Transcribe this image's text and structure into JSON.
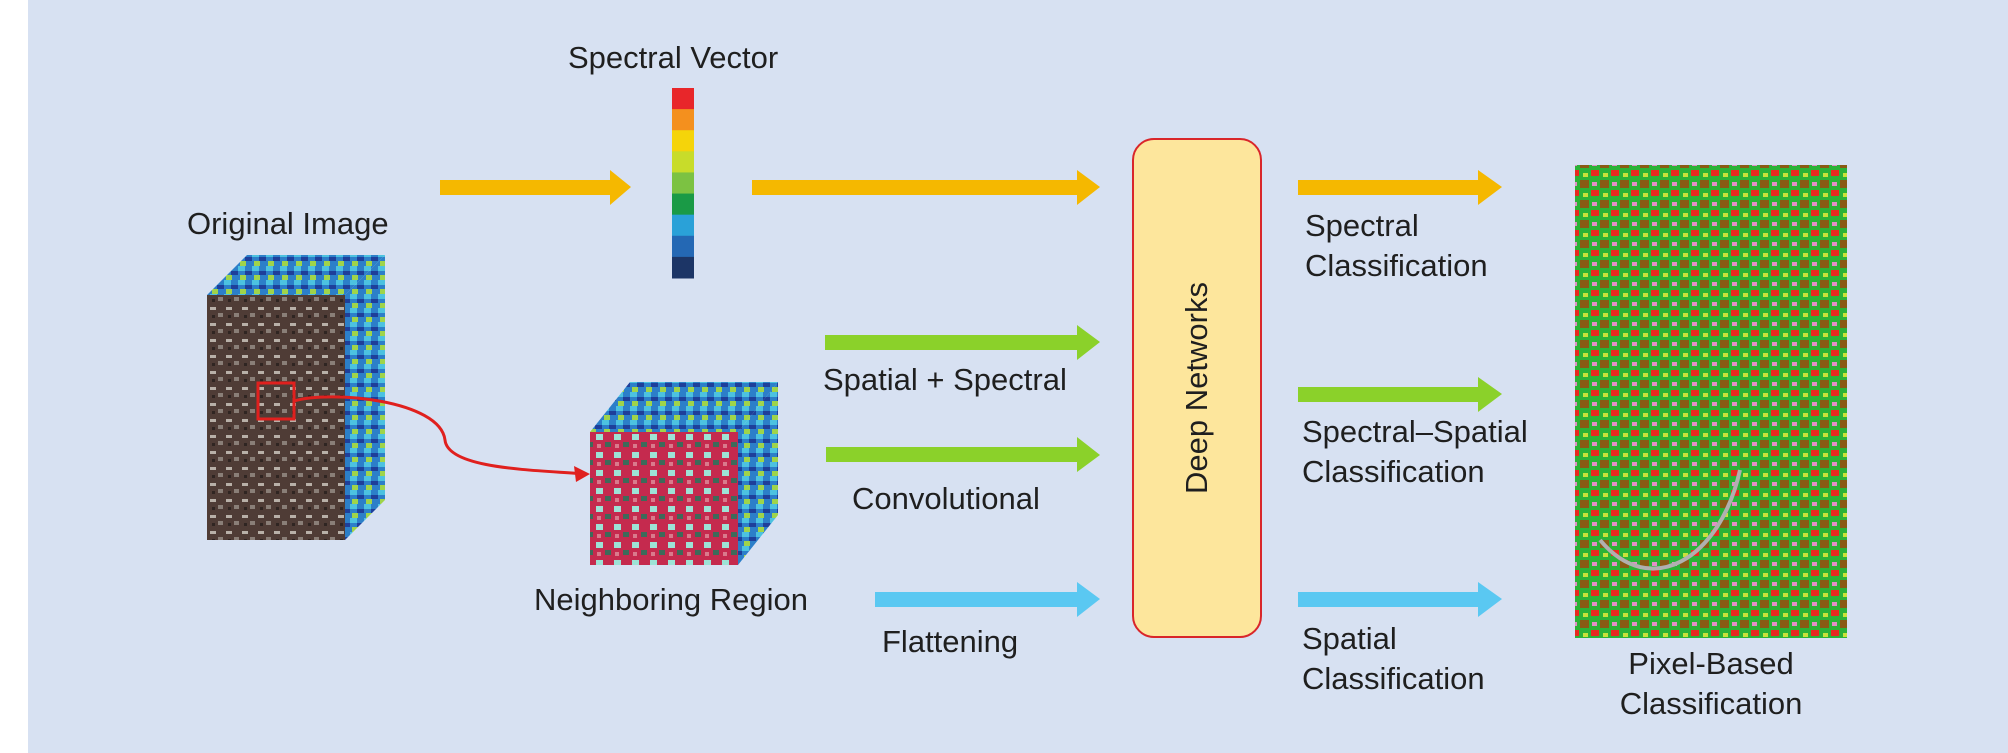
{
  "labels": {
    "original_image": "Original Image",
    "spectral_vector": "Spectral Vector",
    "neighboring_region": "Neighboring Region",
    "spatial_spectral": "Spatial + Spectral",
    "convolutional": "Convolutional",
    "flattening": "Flattening",
    "deep_networks": "Deep Networks",
    "spectral_classification_1": "Spectral",
    "spectral_classification_2": "Classification",
    "spectral_spatial_classification_1": "Spectral–Spatial",
    "spectral_spatial_classification_2": "Classification",
    "spatial_classification_1": "Spatial",
    "spatial_classification_2": "Classification",
    "pixel_based_1": "Pixel-Based",
    "pixel_based_2": "Classification"
  },
  "colors": {
    "background": "#d7e1f2",
    "spectral_arrow": "#f5b800",
    "spatial_spectral_arrow": "#8bd12a",
    "spatial_arrow": "#5ac8f2",
    "deep_box_fill": "#fde69c",
    "deep_box_border": "#d9262a",
    "spectral_vector_bands": [
      "#e8262a",
      "#f4901e",
      "#f5d40a",
      "#c8dc2a",
      "#7cc242",
      "#1a9a46",
      "#2aa1d8",
      "#2468b4",
      "#1c3566"
    ]
  }
}
